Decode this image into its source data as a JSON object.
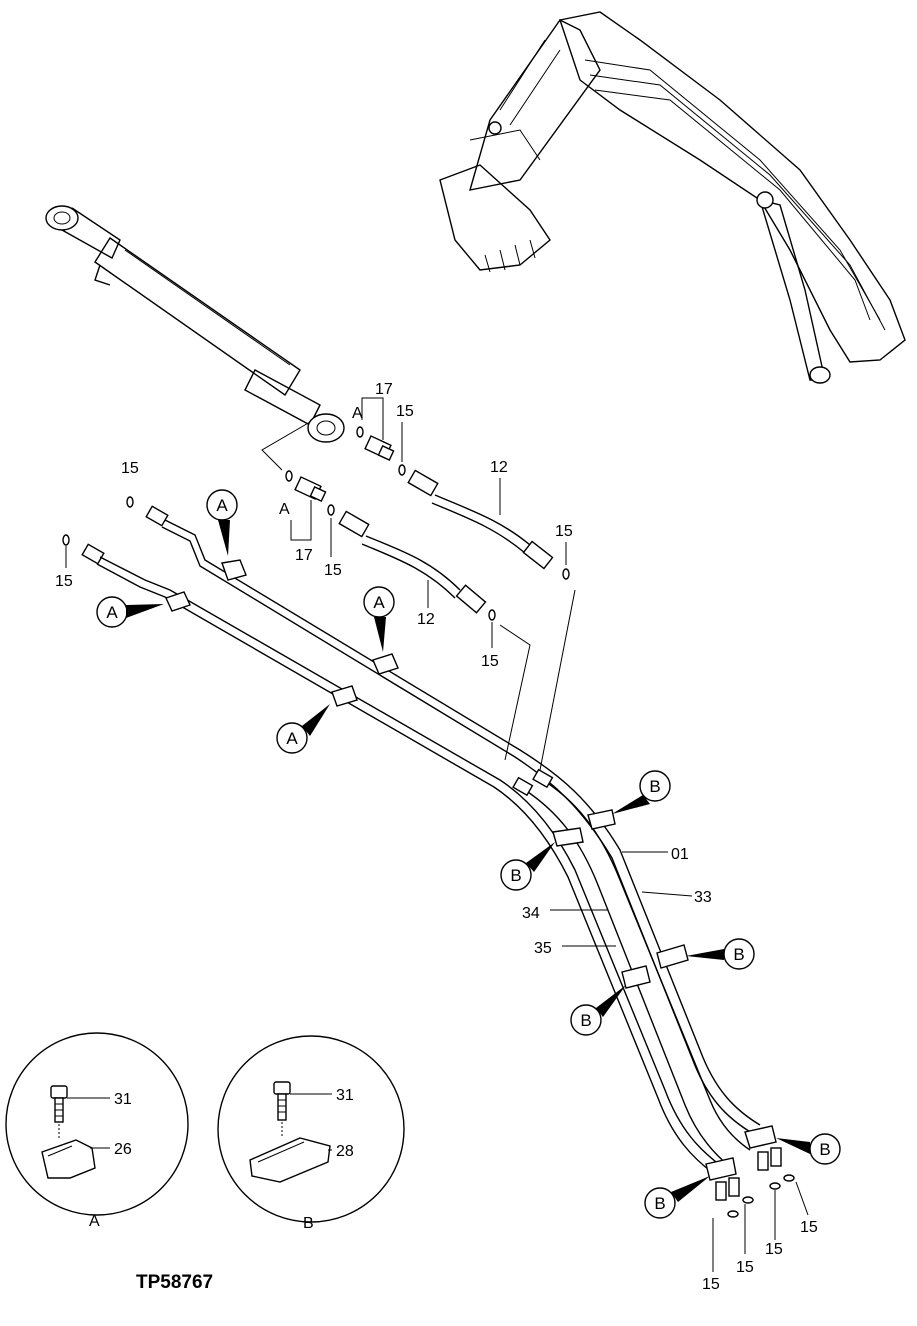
{
  "document_id": "TP58767",
  "callouts": {
    "c01": "01",
    "c12": "12",
    "c15": "15",
    "c17": "17",
    "c26": "26",
    "c28": "28",
    "c31": "31",
    "c33": "33",
    "c34": "34",
    "c35": "35"
  },
  "refs": {
    "A": "A",
    "B": "B"
  },
  "detail_views": {
    "A": {
      "label": "A",
      "clamp_part": "26",
      "bolt_part": "31"
    },
    "B": {
      "label": "B",
      "clamp_part": "28",
      "bolt_part": "31"
    }
  }
}
